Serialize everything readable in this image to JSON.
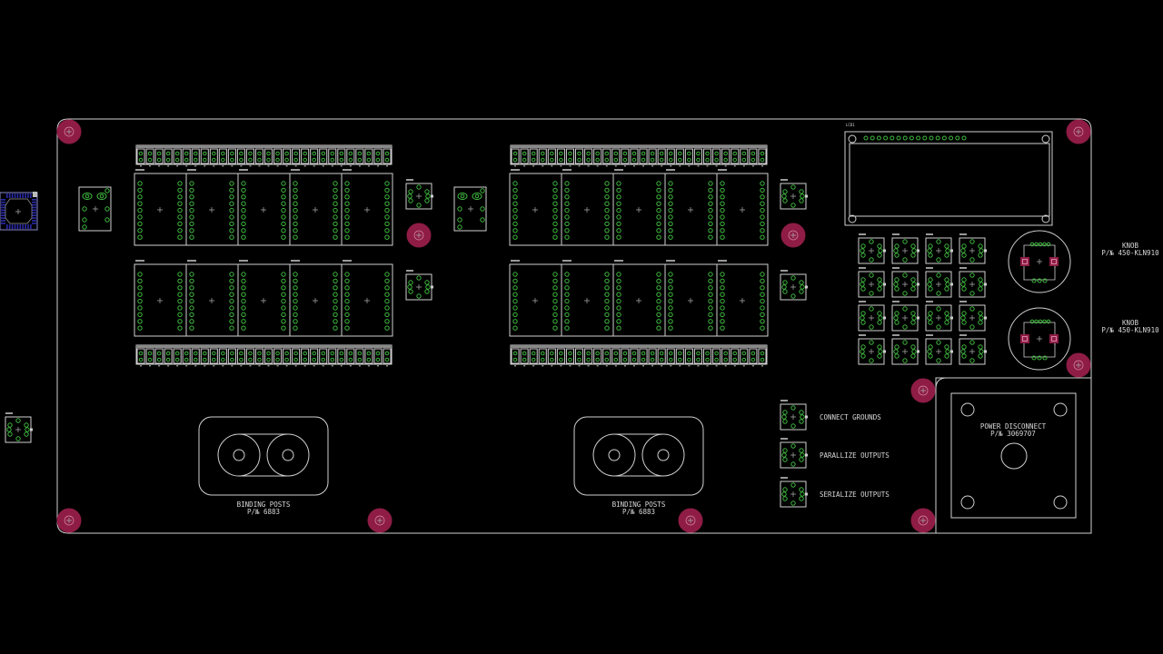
{
  "colors": {
    "background": "#000000",
    "outline": "#d0d0d0",
    "pad": "#3fb83f",
    "mount_hole": "#8e1c45",
    "chip": "#2a2aa8"
  },
  "labels": {
    "lcd": "LCD1",
    "binding_posts_left": [
      "BINDING POSTS",
      "P/№ 6883"
    ],
    "binding_posts_right": [
      "BINDING POSTS",
      "P/№ 6883"
    ],
    "knob_top": [
      "KNOB",
      "P/№ 450-KLN910"
    ],
    "knob_bottom": [
      "KNOB",
      "P/№ 450-KLN910"
    ],
    "power_disconnect": [
      "POWER DISCONNECT",
      "P/№ 3069707"
    ],
    "connect_grounds": "CONNECT GROUNDS",
    "parallize_outputs": "PARALLIZE OUTPUTS",
    "serialize_outputs": "SERIALIZE OUTPUTS"
  }
}
